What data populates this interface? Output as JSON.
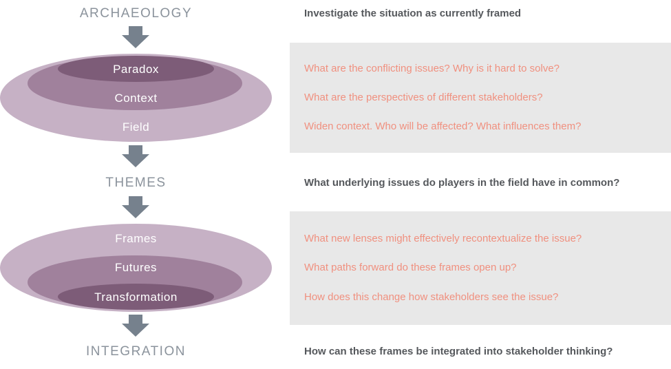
{
  "diagram": {
    "stage_labels": {
      "top": "ARCHAEOLOGY",
      "middle": "THEMES",
      "bottom": "INTEGRATION"
    },
    "funnel_top": {
      "layers": [
        "Paradox",
        "Context",
        "Field"
      ]
    },
    "funnel_bottom": {
      "layers": [
        "Frames",
        "Futures",
        "Transformation"
      ]
    }
  },
  "questions": {
    "archaeology_prompt": "Investigate the situation as currently framed",
    "archaeology_box": [
      "What are the conflicting issues? Why is it hard to solve?",
      "What are the perspectives of different stakeholders?",
      "Widen context. Who will be affected? What influences them?"
    ],
    "themes_prompt": "What underlying issues do players in the field have in common?",
    "themes_box": [
      "What new lenses might effectively recontextualize the issue?",
      "What paths forward do these frames open up?",
      "How does this change how stakeholders see the issue?"
    ],
    "integration_prompt": "How can these frames be integrated into stakeholder thinking?"
  },
  "colors": {
    "ellipse_light": "#c6b1c5",
    "ellipse_medium": "#a0819c",
    "ellipse_dark": "#7d5c78",
    "arrow_gray": "#76818d",
    "stage_label_gray": "#8b939c",
    "prompt_text": "#55585c",
    "question_text": "#f0907f",
    "question_box_bg": "#e8e8e8"
  }
}
